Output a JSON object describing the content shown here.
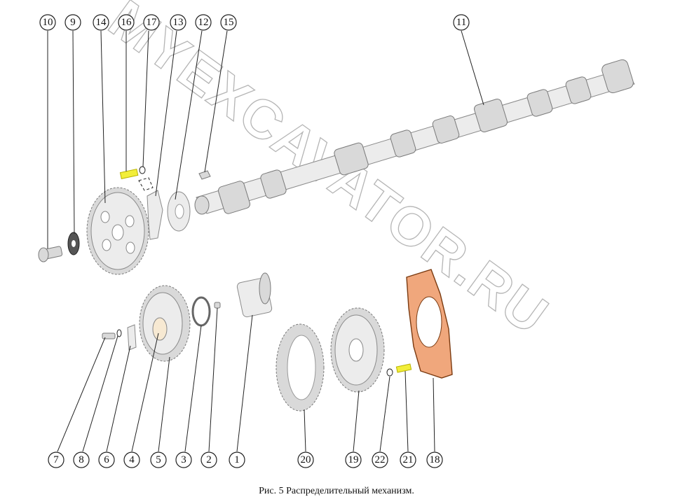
{
  "caption": "Рис. 5 Распределительный механизм.",
  "watermark": "MYEXCAVATOR.RU",
  "callouts_top": [
    "10",
    "9",
    "14",
    "16",
    "17",
    "13",
    "12",
    "15",
    "11"
  ],
  "callouts_bottom": [
    "7",
    "8",
    "6",
    "4",
    "5",
    "3",
    "2",
    "1",
    "20",
    "19",
    "22",
    "21",
    "18"
  ],
  "colors": {
    "gasket": "#f0a77c",
    "bolt": "#f2ee3a",
    "watermark": "#b5b5b5"
  }
}
